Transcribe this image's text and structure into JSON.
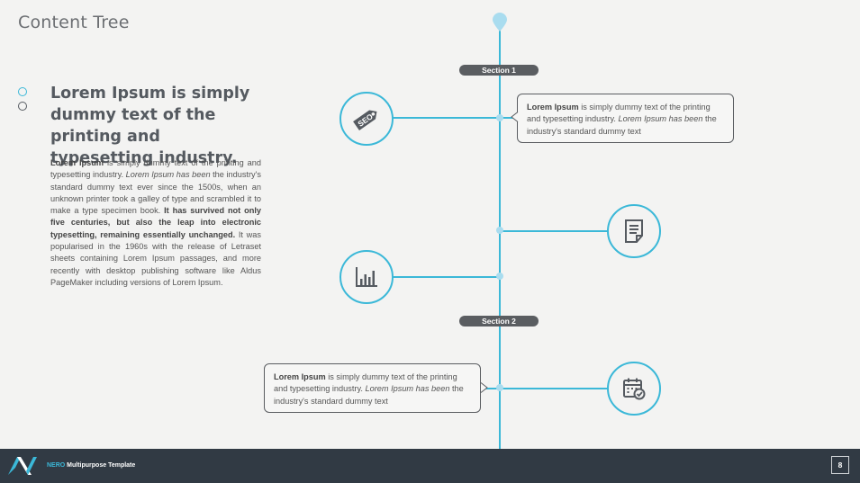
{
  "page": {
    "title": "Content Tree",
    "page_number": "8"
  },
  "intro": {
    "heading": "Lorem Ipsum is simply dummy text of the printing and typesetting industry.",
    "body": {
      "p1": "Lorem Ipsum",
      "p2": " is simply dummy text of the printing and typesetting industry. ",
      "p3": "Lorem Ipsum has been",
      "p4": " the industry's standard dummy text ever since the 1500s, when an unknown printer took a galley of type and scrambled it to make a type specimen book. ",
      "p5": "It has survived not only five centuries, but also the leap into electronic typesetting, remaining essentially unchanged.",
      "p6": " It was popularised in the 1960s with the release of Letraset sheets containing Lorem Ipsum passages, and more recently with desktop publishing software like Aldus PageMaker including versions of Lorem Ipsum."
    }
  },
  "timeline": {
    "sections": [
      "Section 1",
      "Section 2"
    ],
    "callouts": [
      {
        "bold": "Lorem Ipsum",
        "normal": " is simply dummy text of the printing and typesetting industry. ",
        "italic": "Lorem Ipsum has been",
        "tail": " the industry's standard dummy text"
      },
      {
        "bold": "Lorem Ipsum",
        "normal": " is simply dummy text of the printing and typesetting industry. ",
        "italic": "Lorem Ipsum has been",
        "tail": " the industry's standard dummy text"
      }
    ],
    "icons": [
      "seo-tag-icon",
      "document-icon",
      "bar-chart-icon",
      "calendar-check-icon"
    ],
    "seo_label": "SEO"
  },
  "footer": {
    "brand": "NERO",
    "template": " Multipurpose Template"
  },
  "colors": {
    "accent": "#3bb8d8",
    "dark": "#313a44",
    "pill": "#5a5d61",
    "background": "#f3f3f2"
  }
}
